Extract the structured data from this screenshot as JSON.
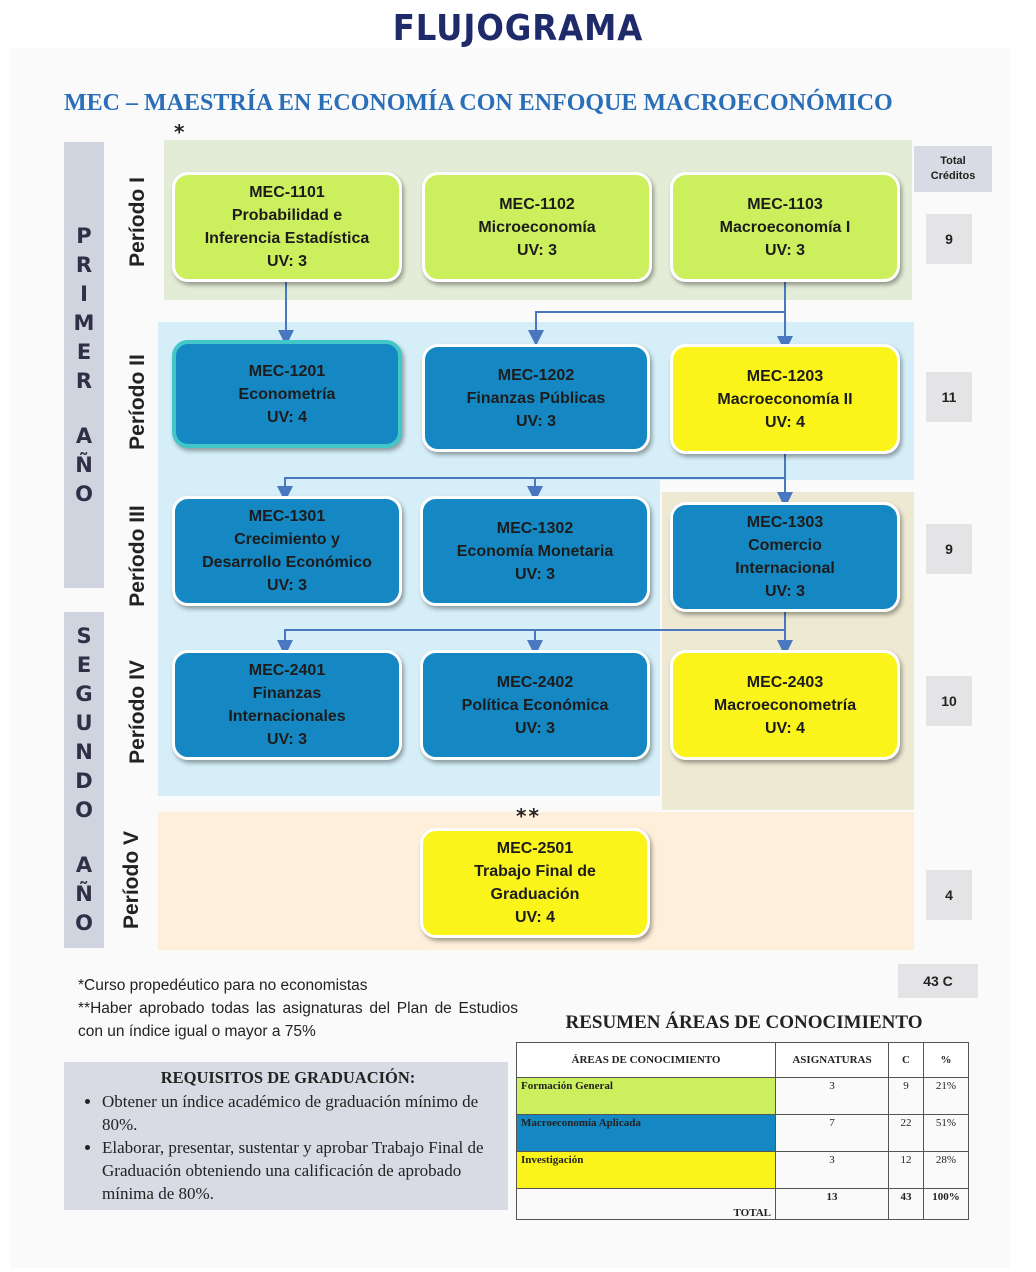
{
  "header": {
    "title": "FLUJOGRAMA",
    "subtitle": "MEC – MAESTRÍA EN ECONOMÍA CON ENFOQUE MACROECONÓMICO",
    "star_mark": "*",
    "double_star_mark": "**"
  },
  "years": [
    {
      "letters": [
        "P",
        "R",
        "I",
        "M",
        "E",
        "R",
        "",
        "A",
        "Ñ",
        "O"
      ]
    },
    {
      "letters": [
        "S",
        "E",
        "G",
        "U",
        "N",
        "D",
        "O",
        "",
        "A",
        "Ñ",
        "O"
      ]
    }
  ],
  "periods": [
    "Período I",
    "Período II",
    "Período III",
    "Período IV",
    "Período V"
  ],
  "credits_header": [
    "Total",
    "Créditos"
  ],
  "credits": [
    "9",
    "11",
    "9",
    "10",
    "4"
  ],
  "total_credits": "43 C",
  "colors": {
    "general": "#ccef5d",
    "applied": "#1587c2",
    "research": "#fbf41a",
    "arrow": "#4a78c0"
  },
  "courses": [
    {
      "code": "MEC-1101",
      "name": [
        "Probabilidad e",
        "Inferencia Estadística"
      ],
      "uv": "UV: 3",
      "area": "general"
    },
    {
      "code": "MEC-1102",
      "name": [
        "Microeconomía"
      ],
      "uv": "UV: 3",
      "area": "general"
    },
    {
      "code": "MEC-1103",
      "name": [
        "Macroeconomía I"
      ],
      "uv": "UV: 3",
      "area": "general"
    },
    {
      "code": "MEC-1201",
      "name": [
        "Econometría"
      ],
      "uv": "UV: 4",
      "area": "applied"
    },
    {
      "code": "MEC-1202",
      "name": [
        "Finanzas Públicas"
      ],
      "uv": "UV: 3",
      "area": "applied"
    },
    {
      "code": "MEC-1203",
      "name": [
        "Macroeconomía II"
      ],
      "uv": "UV: 4",
      "area": "research"
    },
    {
      "code": "MEC-1301",
      "name": [
        "Crecimiento y",
        "Desarrollo Económico"
      ],
      "uv": "UV: 3",
      "area": "applied"
    },
    {
      "code": "MEC-1302",
      "name": [
        "Economía Monetaria"
      ],
      "uv": "UV: 3",
      "area": "applied"
    },
    {
      "code": "MEC-1303",
      "name": [
        "Comercio",
        "Internacional"
      ],
      "uv": "UV: 3",
      "area": "applied"
    },
    {
      "code": "MEC-2401",
      "name": [
        "Finanzas",
        "Internacionales"
      ],
      "uv": "UV: 3",
      "area": "applied"
    },
    {
      "code": "MEC-2402",
      "name": [
        "Política Económica"
      ],
      "uv": "UV: 3",
      "area": "applied"
    },
    {
      "code": "MEC-2403",
      "name": [
        "Macroeconometría"
      ],
      "uv": "UV: 4",
      "area": "research"
    },
    {
      "code": "MEC-2501",
      "name": [
        "Trabajo Final de",
        "Graduación"
      ],
      "uv": "UV: 4",
      "area": "research"
    }
  ],
  "notes": [
    "*Curso propedéutico para no economistas",
    "**Haber aprobado todas las asignaturas del Plan de Estudios con un índice igual o mayor a 75%"
  ],
  "requirements": {
    "title": "REQUISITOS DE GRADUACIÓN:",
    "items": [
      "Obtener un índice académico de graduación mínimo de 80%.",
      "Elaborar, presentar, sustentar y aprobar Trabajo Final de Graduación obteniendo una calificación de aprobado mínima de 80%."
    ]
  },
  "summary": {
    "title": "RESUMEN ÁREAS DE CONOCIMIENTO",
    "headers": [
      "ÁREAS DE CONOCIMIENTO",
      "ASIGNATURAS",
      "C",
      "%"
    ],
    "rows": [
      {
        "area": "Formación General",
        "subjects": "3",
        "credits": "9",
        "pct": "21%"
      },
      {
        "area": "Macroeconomía Aplicada",
        "subjects": "7",
        "credits": "22",
        "pct": "51%"
      },
      {
        "area": "Investigación",
        "subjects": "3",
        "credits": "12",
        "pct": "28%"
      }
    ],
    "total": {
      "label": "TOTAL",
      "subjects": "13",
      "credits": "43",
      "pct": "100%"
    }
  }
}
